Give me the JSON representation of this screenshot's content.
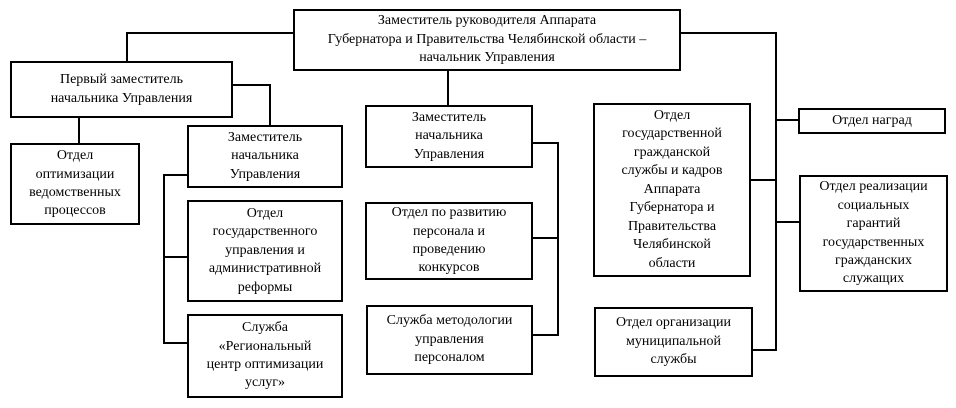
{
  "diagram": {
    "type": "org-chart",
    "language": "ru",
    "colors": {
      "box_border": "#000000",
      "box_background": "#ffffff",
      "line": "#000000",
      "text": "#000000",
      "page_background": "#ffffff"
    },
    "nodes": [
      {
        "id": "head",
        "label": "Заместитель руководителя Аппарата\nГубернатора и Правительства Челябинской области –\nначальник Управления"
      },
      {
        "id": "first-deputy",
        "label": "Первый заместитель\nначальника Управления"
      },
      {
        "id": "dept-optimization",
        "label": "Отдел\nоптимизации\nведомственных\nпроцессов"
      },
      {
        "id": "deputy-left",
        "label": "Заместитель\nначальника\nУправления"
      },
      {
        "id": "dept-gov-admin",
        "label": "Отдел\nгосударственного\nуправления и\nадминистративной\nреформы"
      },
      {
        "id": "service-regional-center",
        "label": "Служба\n«Региональный\nцентр оптимизации\nуслуг»"
      },
      {
        "id": "deputy-middle",
        "label": "Заместитель\nначальника\nУправления"
      },
      {
        "id": "dept-personnel-dev",
        "label": "Отдел по развитию\nперсонала и\nпроведению\nконкурсов"
      },
      {
        "id": "service-hr-methodology",
        "label": "Служба методологии\nуправления\nперсоналом"
      },
      {
        "id": "dept-civil-service",
        "label": "Отдел\nгосударственной\nгражданской\nслужбы и кадров\nАппарата\nГубернатора и\nПравительства\nЧелябинской\nобласти"
      },
      {
        "id": "dept-municipal-service",
        "label": "Отдел организации\nмуниципальной\nслужбы"
      },
      {
        "id": "dept-awards",
        "label": "Отдел наград"
      },
      {
        "id": "dept-social-guarantees",
        "label": "Отдел реализации\nсоциальных\nгарантий\nгосударственных\nгражданских\nслужащих"
      }
    ]
  }
}
